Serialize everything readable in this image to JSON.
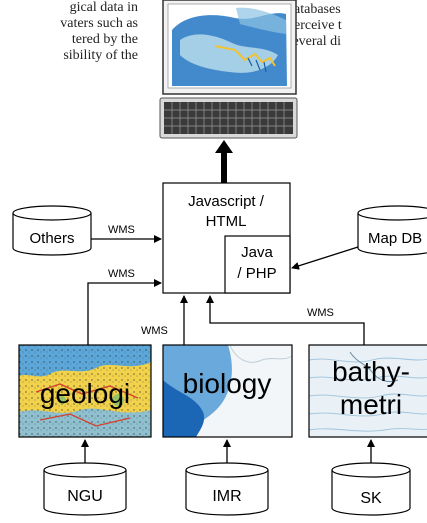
{
  "paper_text": {
    "left_lines": [
      "gical data in",
      "vaters such as",
      "tered by the",
      "sibility of the"
    ],
    "right_lines": [
      "databases",
      "perceive t",
      "several di"
    ]
  },
  "diagram": {
    "client_box": {
      "label_line1": "Javascript /",
      "label_line2": "HTML"
    },
    "server_box": {
      "label_line1": "Java",
      "label_line2": "/ PHP"
    },
    "databases": {
      "others": "Others",
      "mapdb": "Map DB",
      "ngu": "NGU",
      "imr": "IMR",
      "sk": "SK"
    },
    "layers": {
      "geologi": "geologi",
      "biology": "biology",
      "bathy_line1": "bathy-",
      "bathy_line2": "metri"
    },
    "wms_labels": {
      "others": "WMS",
      "geologi": "WMS",
      "biology": "WMS",
      "bathy": "WMS"
    },
    "colors": {
      "line": "#000000",
      "geologi_bg": "#f2d24a",
      "geologi_sea": "#5ba7d9",
      "biology_bg": "#f3f6f8",
      "biology_blue": "#1b67b5",
      "bathy_bg": "#e9f1f6",
      "screen_sea": "#2f7dc8"
    }
  }
}
